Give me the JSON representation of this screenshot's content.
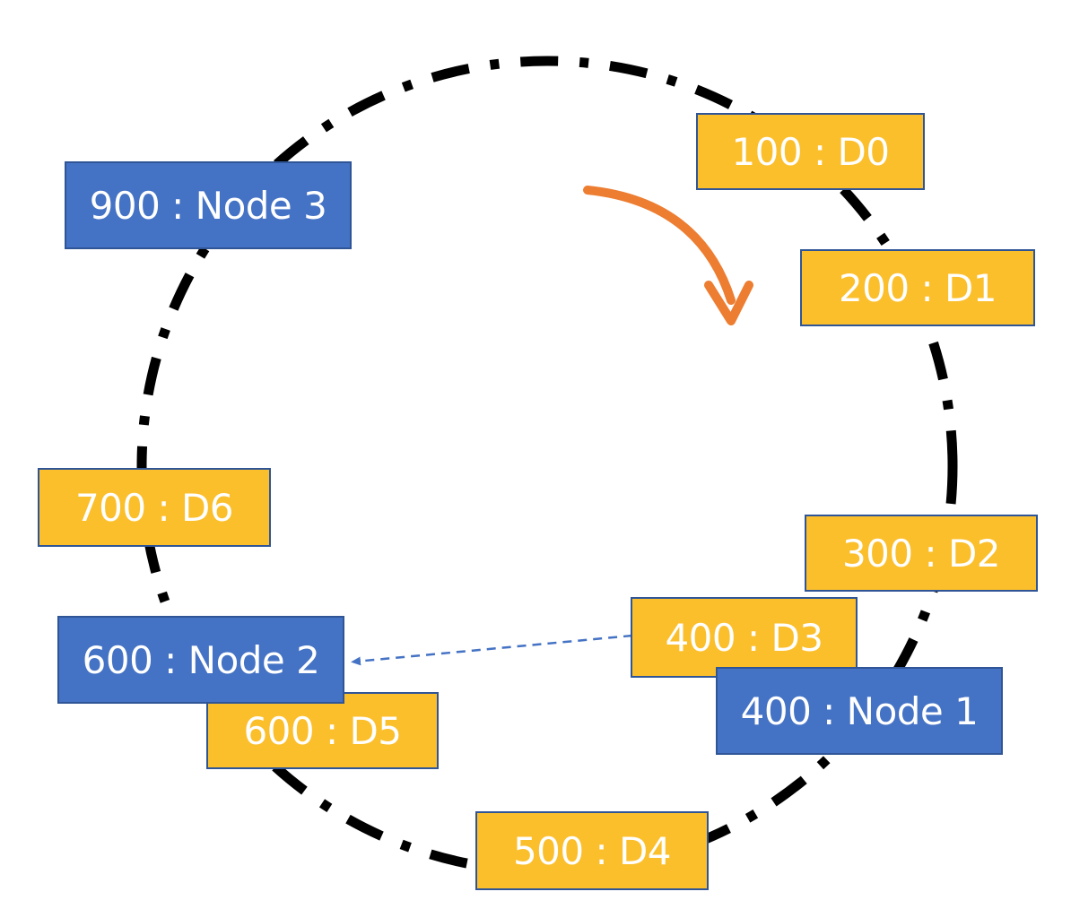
{
  "colors": {
    "node": "#4472C4",
    "data": "#FBBF2C",
    "box_border": "#2F5597",
    "ring": "#000000",
    "direction_arrow": "#ED7D31",
    "mapping_arrow": "#4472C4"
  },
  "nodes": [
    {
      "label": "400 : Node 1"
    },
    {
      "label": "600 : Node 2"
    },
    {
      "label": "900 : Node 3"
    }
  ],
  "data_items": [
    {
      "label": "100 : D0"
    },
    {
      "label": "200 : D1"
    },
    {
      "label": "300 : D2"
    },
    {
      "label": "400 : D3"
    },
    {
      "label": "500 : D4"
    },
    {
      "label": "600 : D5"
    },
    {
      "label": "700 : D6"
    }
  ],
  "direction": "clockwise"
}
